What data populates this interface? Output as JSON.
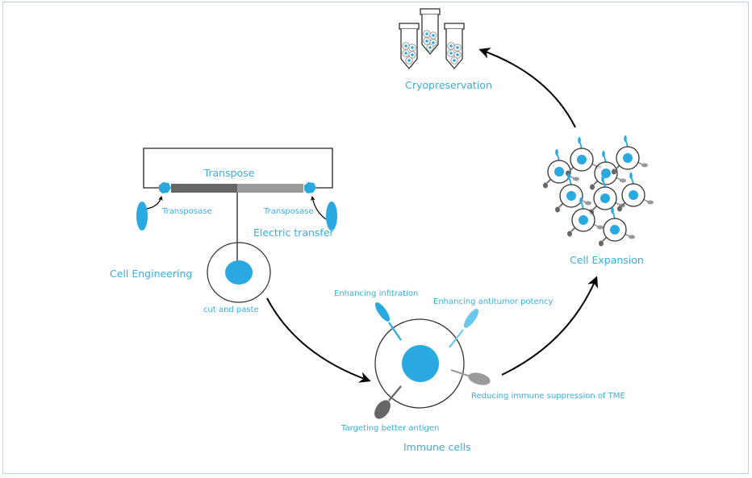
{
  "title": "Immune cell engineering workflow",
  "colors": {
    "accent": "#29a9e0",
    "accent_light": "#6cc7ee",
    "label": "#3aaee2",
    "dark_gray": "#666666",
    "mid_gray": "#9a9a9a",
    "outline": "#333333",
    "frame": "#b9d5e8"
  },
  "stages": {
    "cryopreservation": {
      "label": "Cryopreservation",
      "icon": "test-tubes-icon",
      "tube_count": 3
    },
    "cell_engineering": {
      "label": "Cell Engineering",
      "sublabel": "cut and paste"
    },
    "transpose": {
      "label": "Transpose",
      "left_enzyme": "Transposase",
      "right_enzyme": "Transposase",
      "method": "Electric transfer"
    },
    "immune_cells": {
      "label": "Immune cells",
      "receptors": [
        {
          "label": "Enhancing infitration",
          "color": "accent"
        },
        {
          "label": "Enhancing antitumor potency",
          "color": "accent_light"
        },
        {
          "label": "Reducing immune suppression of TME",
          "color": "mid_gray"
        },
        {
          "label": "Targeting better antigen",
          "color": "dark_gray"
        }
      ]
    },
    "cell_expansion": {
      "label": "Cell Expansion",
      "cell_count": 9
    }
  },
  "flow": [
    "Cell Engineering",
    "Immune cells",
    "Cell Expansion",
    "Cryopreservation"
  ]
}
